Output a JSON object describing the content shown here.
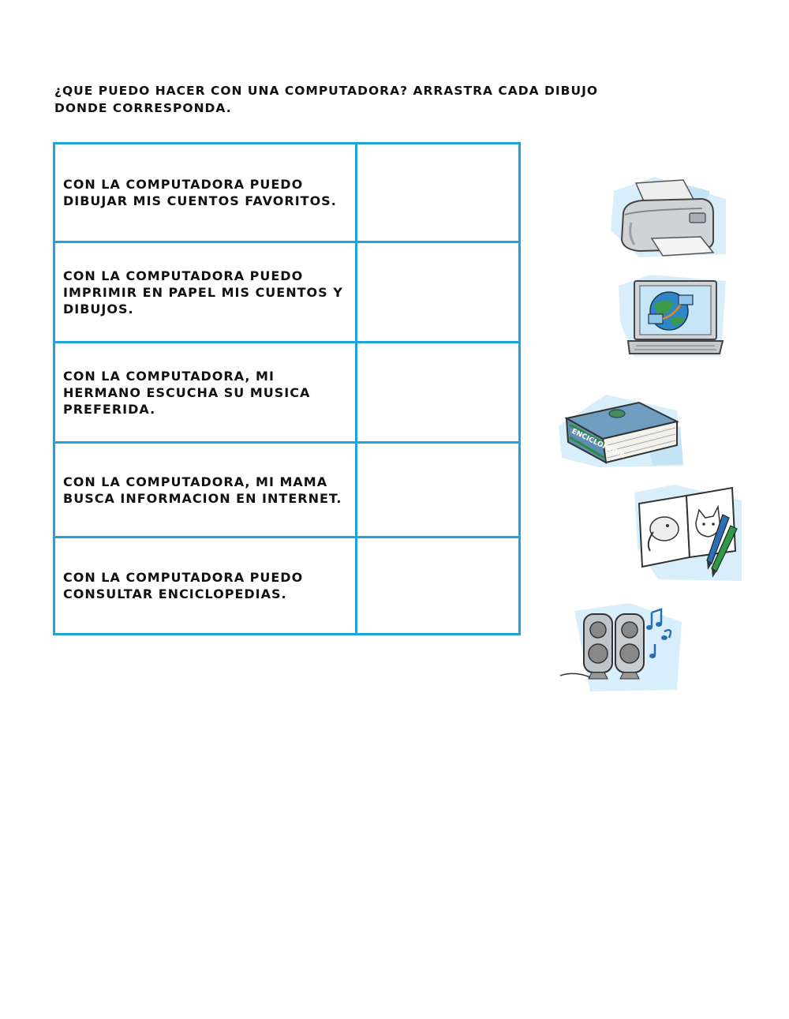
{
  "instructions": "¿Que puedo hacer con una computadora? Arrastra cada dibujo donde corresponda.",
  "rows": [
    {
      "text": "Con la computadora puedo dibujar mis cuentos favoritos."
    },
    {
      "text": "Con la computadora puedo imprimir en papel mis cuentos y dibujos."
    },
    {
      "text": "Con la computadora, mi hermano escucha su musica preferida."
    },
    {
      "text": "Con la computadora, mi mama busca informacion en internet."
    },
    {
      "text": "Con la computadora puedo consultar enciclopedias."
    }
  ],
  "cards": [
    {
      "icon": "printer-icon"
    },
    {
      "icon": "laptop-internet-icon"
    },
    {
      "icon": "encyclopedia-book-icon",
      "label": "ENCICLOPEDIA"
    },
    {
      "icon": "drawing-book-icon"
    },
    {
      "icon": "speakers-music-icon"
    }
  ],
  "colors": {
    "border": "#1fa3dc",
    "text": "#111111"
  }
}
